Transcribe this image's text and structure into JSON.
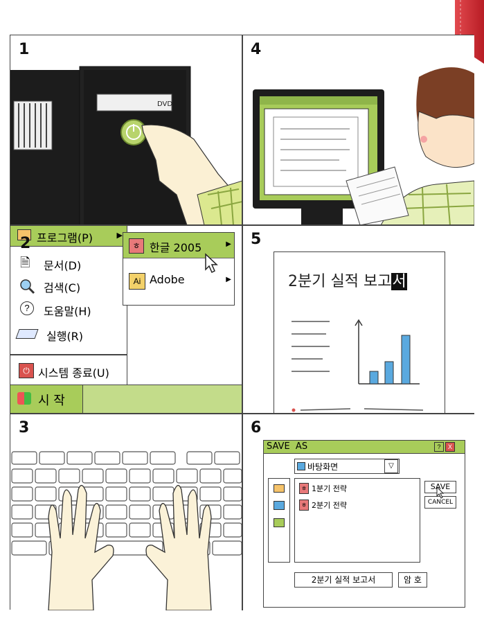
{
  "panels": {
    "p1": {
      "number": "1",
      "drive_label": "DVD"
    },
    "p2": {
      "number": "2",
      "menu": {
        "programs": "프로그램(P)",
        "documents": "문서(D)",
        "search": "검색(C)",
        "help": "도움말(H)",
        "run": "실행(R)",
        "shutdown": "시스템 종료(U)",
        "start": "시 작"
      },
      "submenu": {
        "hangul": "한글 2005",
        "adobe": "Adobe",
        "hangul_icon": "ㅎ",
        "adobe_icon": "Ai"
      }
    },
    "p3": {
      "number": "3"
    },
    "p4": {
      "number": "4"
    },
    "p5": {
      "number": "5",
      "doc_title": "2분기 실적 보고",
      "doc_title_cursor": "서"
    },
    "p6": {
      "number": "6",
      "dialog_title": "SAVE  AS",
      "help_btn": "?",
      "close_btn": "X",
      "location": "바탕화면",
      "files": [
        "1분기 전략",
        "2분기 전략"
      ],
      "file_icon": "ㅎ",
      "save": "SAVE",
      "cancel": "CANCEL",
      "filename": "2분기 실적 보고서",
      "password": "암 호"
    }
  },
  "colors": {
    "accent_green": "#a8cc5a",
    "menu_green": "#c3dc8a",
    "highlight_red": "#d9534f",
    "bar_blue": "#5aa9df",
    "corner_red": "#c8202a"
  }
}
